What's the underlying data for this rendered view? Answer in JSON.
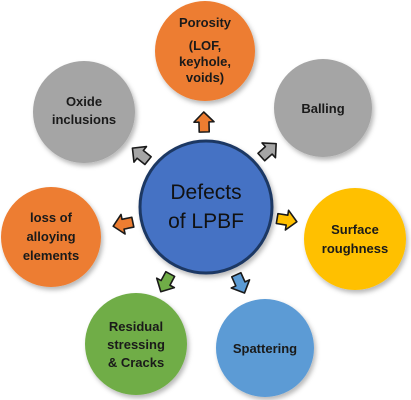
{
  "diagram": {
    "center": {
      "lines": [
        "Defects",
        "of LPBF"
      ],
      "color": "#4472C4"
    },
    "nodes": [
      {
        "id": "porosity",
        "lines": [
          "Porosity",
          "(LOF,",
          "keyhole,",
          "voids)"
        ],
        "color": "#ED7D31"
      },
      {
        "id": "balling",
        "lines": [
          "Balling"
        ],
        "color": "#A5A5A5"
      },
      {
        "id": "surface-roughness",
        "lines": [
          "Surface",
          "roughness"
        ],
        "color": "#FFC000"
      },
      {
        "id": "spattering",
        "lines": [
          "Spattering"
        ],
        "color": "#5B9BD5"
      },
      {
        "id": "residual-stressing",
        "lines": [
          "Residual",
          "stressing",
          "& Cracks"
        ],
        "color": "#70AD47"
      },
      {
        "id": "loss-of-alloying",
        "lines": [
          "loss of",
          "alloying",
          "elements"
        ],
        "color": "#ED7D31"
      },
      {
        "id": "oxide-inclusions",
        "lines": [
          "Oxide",
          "inclusions"
        ],
        "color": "#A5A5A5"
      }
    ]
  }
}
